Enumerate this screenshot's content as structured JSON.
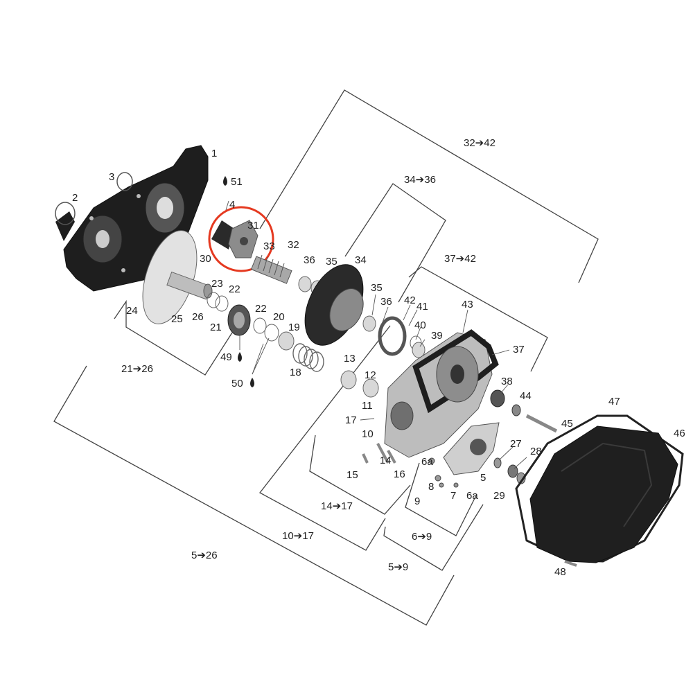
{
  "labels": {
    "p1": "1",
    "p2": "2",
    "p3": "3",
    "p4": "4",
    "p51": "51",
    "p31": "31",
    "p30": "30",
    "p33": "33",
    "p32": "32",
    "p36a": "36",
    "p35a": "35",
    "p34": "34",
    "p23": "23",
    "p22a": "22",
    "p24": "24",
    "p25": "25",
    "p26": "26",
    "p22b": "22",
    "p21": "21",
    "p20": "20",
    "p19": "19",
    "p18": "18",
    "p49": "49",
    "p50": "50",
    "p35b": "35",
    "p36b": "36",
    "p42": "42",
    "p41": "41",
    "p40": "40",
    "p39": "39",
    "p43": "43",
    "p37": "37",
    "p38": "38",
    "p44": "44",
    "p45": "45",
    "p13": "13",
    "p12": "12",
    "p11": "11",
    "p17": "17",
    "p10": "10",
    "p14": "14",
    "p15": "15",
    "p16": "16",
    "p6a1": "6a",
    "p8": "8",
    "p9": "9",
    "p7": "7",
    "p6a2": "6a",
    "p5": "5",
    "p27": "27",
    "p28": "28",
    "p29": "29",
    "p47": "47",
    "p46": "46",
    "p48": "48"
  },
  "groups": {
    "g32_42": "32➔42",
    "g34_36": "34➔36",
    "g37_42": "37➔42",
    "g21_26": "21➔26",
    "g14_17": "14➔17",
    "g10_17": "10➔17",
    "g6_9": "6➔9",
    "g5_9": "5➔9",
    "g5_26": "5➔26"
  },
  "colors": {
    "line": "#444444",
    "part_dark": "#1c1c1c",
    "part_mid": "#7a7a7a",
    "part_light": "#cfcfcf",
    "highlight": "#e53920"
  },
  "icons": [
    "oil-drop-icon",
    "grease-drop-icon"
  ]
}
